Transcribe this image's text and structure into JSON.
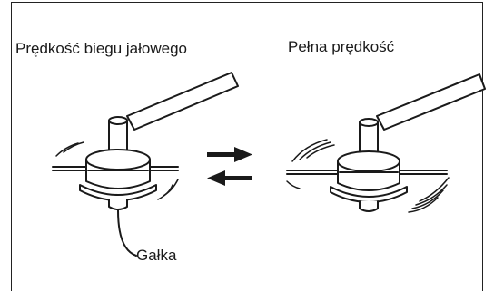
{
  "labels": {
    "idle_speed": "Prędkość biegu jałowego",
    "full_speed": "Pełna prędkość",
    "knob": "Gałka"
  },
  "icons": [
    "trimmer-head-idle-icon",
    "trimmer-head-full-speed-icon",
    "arrow-right-icon",
    "arrow-left-icon"
  ],
  "colors": {
    "line": "#1a1a1a",
    "background": "#ffffff"
  }
}
